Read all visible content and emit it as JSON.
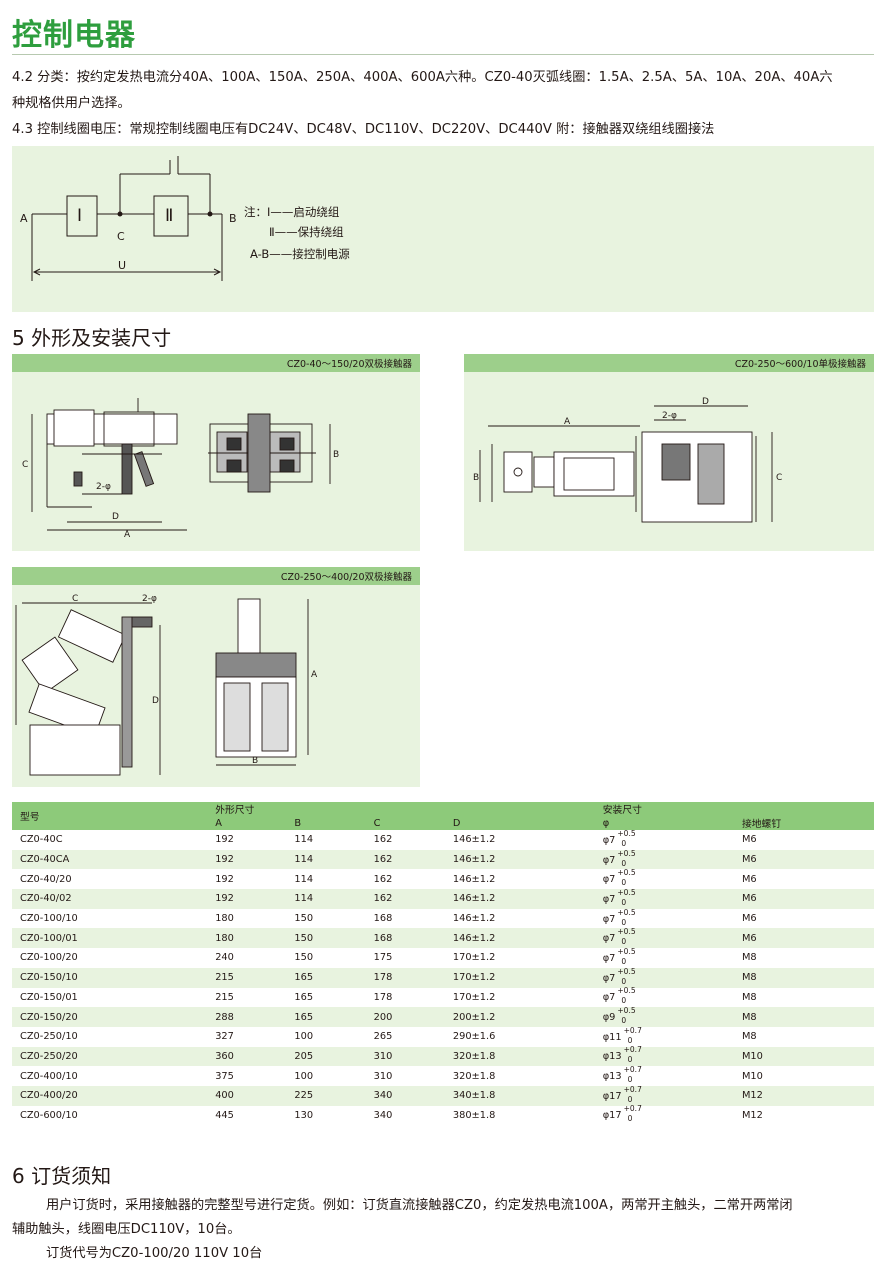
{
  "page": {
    "title": "控制电器"
  },
  "section4": {
    "p42": "4.2 分类：按约定发热电流分40A、100A、150A、250A、400A、600A六种。CZ0-40灭弧线圈：1.5A、2.5A、5A、10A、20A、40A六",
    "p42b": "种规格供用户选择。",
    "p43": "4.3 控制线圈电压：常规控制线圈电压有DC24V、DC48V、DC110V、DC220V、DC440V  附：接触器双绕组线圈接法"
  },
  "diagram": {
    "label_a": "A",
    "label_b": "B",
    "label_c": "C",
    "label_u": "U",
    "coil1": "Ⅰ",
    "coil2": "Ⅱ",
    "note1": "注：Ⅰ——启动绕组",
    "note2": "Ⅱ——保持绕组",
    "note3": "A-B——接控制电源"
  },
  "section5": {
    "heading": "5 外形及安装尺寸",
    "panel1_title": "CZ0-40～150/20双极接触器",
    "panel2_title": "CZ0-250～600/10单极接触器",
    "panel3_title": "CZ0-250～400/20双极接触器",
    "dims": {
      "a": "A",
      "b": "B",
      "c": "C",
      "d": "D",
      "phi": "2-φ"
    }
  },
  "table": {
    "header_model": "型号",
    "header_outline": "外形尺寸",
    "header_install": "安装尺寸",
    "col_a": "A",
    "col_b": "B",
    "col_c": "C",
    "col_d": "D",
    "col_phi": "φ",
    "col_screw": "接地螺钉",
    "rows": [
      {
        "model": "CZ0-40C",
        "a": "192",
        "b": "114",
        "c": "162",
        "d": "146±1.2",
        "phi": "φ7",
        "tol_up": "+0.5",
        "tol_dn": "0",
        "screw": "M6"
      },
      {
        "model": "CZ0-40CA",
        "a": "192",
        "b": "114",
        "c": "162",
        "d": "146±1.2",
        "phi": "φ7",
        "tol_up": "+0.5",
        "tol_dn": "0",
        "screw": "M6"
      },
      {
        "model": "CZ0-40/20",
        "a": "192",
        "b": "114",
        "c": "162",
        "d": "146±1.2",
        "phi": "φ7",
        "tol_up": "+0.5",
        "tol_dn": "0",
        "screw": "M6"
      },
      {
        "model": "CZ0-40/02",
        "a": "192",
        "b": "114",
        "c": "162",
        "d": "146±1.2",
        "phi": "φ7",
        "tol_up": "+0.5",
        "tol_dn": "0",
        "screw": "M6"
      },
      {
        "model": "CZ0-100/10",
        "a": "180",
        "b": "150",
        "c": "168",
        "d": "146±1.2",
        "phi": "φ7",
        "tol_up": "+0.5",
        "tol_dn": "0",
        "screw": "M6"
      },
      {
        "model": "CZ0-100/01",
        "a": "180",
        "b": "150",
        "c": "168",
        "d": "146±1.2",
        "phi": "φ7",
        "tol_up": "+0.5",
        "tol_dn": "0",
        "screw": "M6"
      },
      {
        "model": "CZ0-100/20",
        "a": "240",
        "b": "150",
        "c": "175",
        "d": "170±1.2",
        "phi": "φ7",
        "tol_up": "+0.5",
        "tol_dn": "0",
        "screw": "M8"
      },
      {
        "model": "CZ0-150/10",
        "a": "215",
        "b": "165",
        "c": "178",
        "d": "170±1.2",
        "phi": "φ7",
        "tol_up": "+0.5",
        "tol_dn": "0",
        "screw": "M8"
      },
      {
        "model": "CZ0-150/01",
        "a": "215",
        "b": "165",
        "c": "178",
        "d": "170±1.2",
        "phi": "φ7",
        "tol_up": "+0.5",
        "tol_dn": "0",
        "screw": "M8"
      },
      {
        "model": "CZ0-150/20",
        "a": "288",
        "b": "165",
        "c": "200",
        "d": "200±1.2",
        "phi": "φ9",
        "tol_up": "+0.5",
        "tol_dn": "0",
        "screw": "M8"
      },
      {
        "model": "CZ0-250/10",
        "a": "327",
        "b": "100",
        "c": "265",
        "d": "290±1.6",
        "phi": "φ11",
        "tol_up": "+0.7",
        "tol_dn": "0",
        "screw": "M8"
      },
      {
        "model": "CZ0-250/20",
        "a": "360",
        "b": "205",
        "c": "310",
        "d": "320±1.8",
        "phi": "φ13",
        "tol_up": "+0.7",
        "tol_dn": "0",
        "screw": "M10"
      },
      {
        "model": "CZ0-400/10",
        "a": "375",
        "b": "100",
        "c": "310",
        "d": "320±1.8",
        "phi": "φ13",
        "tol_up": "+0.7",
        "tol_dn": "0",
        "screw": "M10"
      },
      {
        "model": "CZ0-400/20",
        "a": "400",
        "b": "225",
        "c": "340",
        "d": "340±1.8",
        "phi": "φ17",
        "tol_up": "+0.7",
        "tol_dn": "0",
        "screw": "M12"
      },
      {
        "model": "CZ0-600/10",
        "a": "445",
        "b": "130",
        "c": "340",
        "d": "380±1.8",
        "phi": "φ17",
        "tol_up": "+0.7",
        "tol_dn": "0",
        "screw": "M12"
      }
    ]
  },
  "section6": {
    "heading": "6 订货须知",
    "p1": "用户订货时，采用接触器的完整型号进行定货。例如：订货直流接触器CZ0，约定发热电流100A，两常开主触头，二常开两常闭",
    "p1b": "辅助触头，线圈电压DC110V，10台。",
    "p2": "订货代号为CZ0-100/20 110V  10台"
  },
  "colors": {
    "title_green": "#2e9e3e",
    "panel_bg": "#e8f3df",
    "header_green": "#8dca7a"
  }
}
